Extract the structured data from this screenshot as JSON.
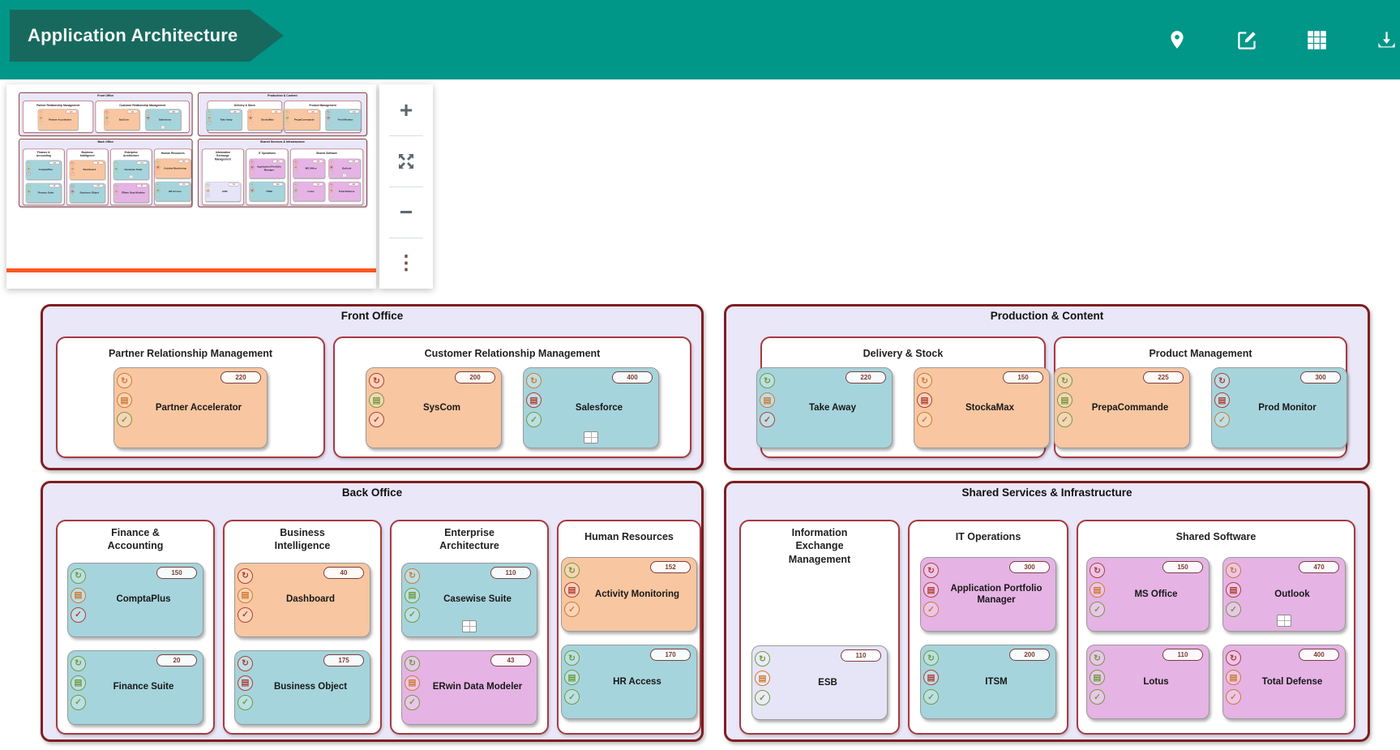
{
  "header": {
    "title": "Application Architecture",
    "toolbar_icons": [
      "location-pin",
      "edit",
      "grid-menu",
      "download"
    ]
  },
  "minimap": {
    "accent_line_color": "#ff5722"
  },
  "zoom_controls": {
    "zoom_in_glyph": "+",
    "zoom_out_glyph": "−",
    "more_glyph": "⋮",
    "fit_screen": "expand-arrows"
  },
  "colors": {
    "header_teal": "#009688",
    "banner_teal": "#17695e",
    "group_bg": "#e9e7f8",
    "group_border": "#7f1e22",
    "subgroup_border": "#a63a40",
    "card": {
      "orange": "#f8c6a0",
      "blue": "#a6d4dc",
      "pink": "#e5b3e4",
      "lavender": "#e6e4f7"
    },
    "status": {
      "green": "#6f9d3c",
      "orange": "#cf7a33",
      "red": "#b23f38"
    }
  },
  "diagram": {
    "groups": [
      {
        "title": "Front Office",
        "subgroups": [
          {
            "title": "Partner Relationship Management",
            "layout": "row",
            "cards": [
              {
                "name": "Partner Accelerator",
                "color": "orange",
                "badge": "220",
                "statuses": [
                  "orange",
                  "orange",
                  "green"
                ],
                "window_icon": false,
                "wide": true
              }
            ]
          },
          {
            "title": "Customer Relationship Management",
            "layout": "row",
            "cards": [
              {
                "name": "SysCom",
                "color": "orange",
                "badge": "200",
                "statuses": [
                  "red",
                  "green",
                  "red"
                ],
                "window_icon": false
              },
              {
                "name": "Salesforce",
                "color": "blue",
                "badge": "400",
                "statuses": [
                  "orange",
                  "red",
                  "green"
                ],
                "window_icon": true
              }
            ]
          }
        ]
      },
      {
        "title": "Production & Content",
        "subgroups": [
          {
            "title": "Delivery & Stock",
            "layout": "row",
            "cards": [
              {
                "name": "Take Away",
                "color": "blue",
                "badge": "220",
                "statuses": [
                  "green",
                  "orange",
                  "red"
                ],
                "window_icon": false
              },
              {
                "name": "StockaMax",
                "color": "orange",
                "badge": "150",
                "statuses": [
                  "orange",
                  "red",
                  "orange"
                ],
                "window_icon": false
              }
            ]
          },
          {
            "title": "Product Management",
            "layout": "row",
            "cards": [
              {
                "name": "PrepaCommande",
                "color": "orange",
                "badge": "225",
                "statuses": [
                  "green",
                  "green",
                  "green"
                ],
                "window_icon": false
              },
              {
                "name": "Prod Monitor",
                "color": "blue",
                "badge": "300",
                "statuses": [
                  "red",
                  "red",
                  "orange"
                ],
                "window_icon": false
              }
            ]
          }
        ]
      },
      {
        "title": "Back Office",
        "subgroups": [
          {
            "title": "Finance &\nAccounting",
            "layout": "stack",
            "cards": [
              {
                "name": "ComptaPlus",
                "color": "blue",
                "badge": "150",
                "statuses": [
                  "green",
                  "orange",
                  "red"
                ],
                "window_icon": false
              },
              {
                "name": "Finance Suite",
                "color": "blue",
                "badge": "20",
                "statuses": [
                  "green",
                  "green",
                  "green"
                ],
                "window_icon": false
              }
            ]
          },
          {
            "title": "Business\nIntelligence",
            "layout": "stack",
            "cards": [
              {
                "name": "Dashboard",
                "color": "orange",
                "badge": "40",
                "statuses": [
                  "red",
                  "orange",
                  "red"
                ],
                "window_icon": false
              },
              {
                "name": "Business Object",
                "color": "blue",
                "badge": "175",
                "statuses": [
                  "red",
                  "red",
                  "green"
                ],
                "window_icon": false
              }
            ]
          },
          {
            "title": "Enterprise\nArchitecture",
            "layout": "stack",
            "cards": [
              {
                "name": "Casewise Suite",
                "color": "blue",
                "badge": "110",
                "statuses": [
                  "orange",
                  "green",
                  "green"
                ],
                "window_icon": true
              },
              {
                "name": "ERwin Data Modeler",
                "color": "pink",
                "badge": "43",
                "statuses": [
                  "green",
                  "orange",
                  "green"
                ],
                "window_icon": false
              }
            ]
          },
          {
            "title": "Human Resources",
            "layout": "stack",
            "cards": [
              {
                "name": "Activity Monitoring",
                "color": "orange",
                "badge": "152",
                "statuses": [
                  "green",
                  "red",
                  "orange"
                ],
                "window_icon": false
              },
              {
                "name": "HR Access",
                "color": "blue",
                "badge": "170",
                "statuses": [
                  "green",
                  "green",
                  "green"
                ],
                "window_icon": false
              }
            ]
          }
        ]
      },
      {
        "title": "Shared Services & Infrastructure",
        "subgroups": [
          {
            "title": "Information\nExchange\nManagement",
            "layout": "bottom",
            "cards": [
              {
                "name": "ESB",
                "color": "lavender",
                "badge": "110",
                "statuses": [
                  "green",
                  "orange",
                  "green"
                ],
                "window_icon": false
              }
            ]
          },
          {
            "title": "IT Operations",
            "layout": "stack",
            "cards": [
              {
                "name": "Application Portfolio Manager",
                "color": "pink",
                "badge": "300",
                "statuses": [
                  "red",
                  "red",
                  "orange"
                ],
                "window_icon": false
              },
              {
                "name": "ITSM",
                "color": "blue",
                "badge": "200",
                "statuses": [
                  "green",
                  "red",
                  "green"
                ],
                "window_icon": false
              }
            ]
          },
          {
            "title": "Shared Software",
            "layout": "grid2",
            "cards": [
              {
                "name": "MS Office",
                "color": "pink",
                "badge": "150",
                "statuses": [
                  "red",
                  "orange",
                  "green"
                ],
                "window_icon": false
              },
              {
                "name": "Outlook",
                "color": "pink",
                "badge": "470",
                "statuses": [
                  "orange",
                  "red",
                  "green"
                ],
                "window_icon": true
              },
              {
                "name": "Lotus",
                "color": "pink",
                "badge": "110",
                "statuses": [
                  "green",
                  "green",
                  "green"
                ],
                "window_icon": false
              },
              {
                "name": "Total Defense",
                "color": "pink",
                "badge": "400",
                "statuses": [
                  "red",
                  "orange",
                  "orange"
                ],
                "window_icon": false
              }
            ]
          }
        ]
      }
    ]
  }
}
